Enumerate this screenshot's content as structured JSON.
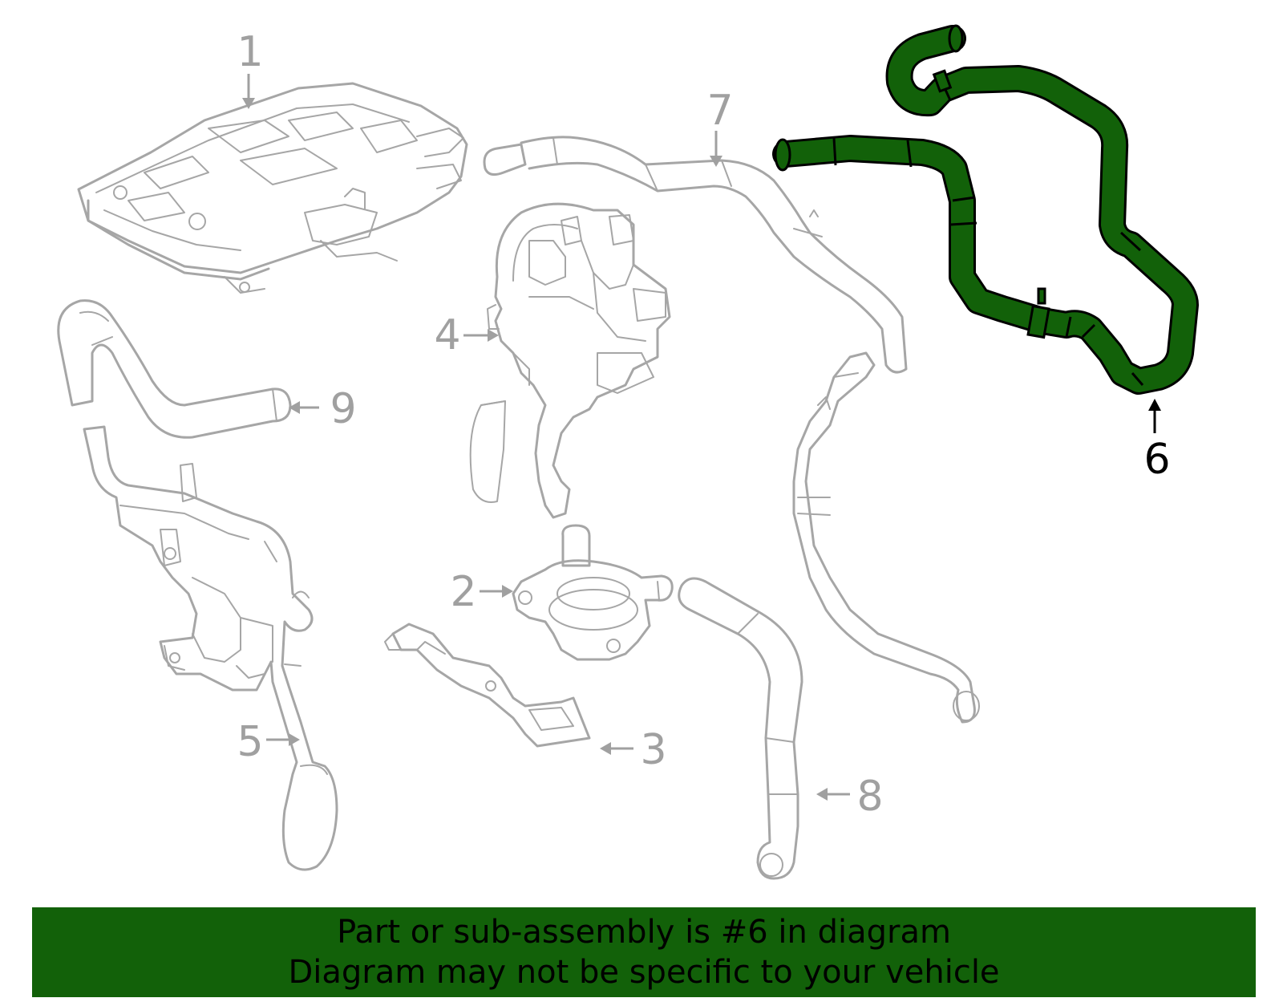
{
  "diagram": {
    "highlight_color": "#126109",
    "line_color": "#a6a6a6",
    "callouts": [
      {
        "label": "1",
        "highlighted": false
      },
      {
        "label": "2",
        "highlighted": false
      },
      {
        "label": "3",
        "highlighted": false
      },
      {
        "label": "4",
        "highlighted": false
      },
      {
        "label": "5",
        "highlighted": false
      },
      {
        "label": "6",
        "highlighted": true
      },
      {
        "label": "7",
        "highlighted": false
      },
      {
        "label": "8",
        "highlighted": false
      },
      {
        "label": "9",
        "highlighted": false
      }
    ]
  },
  "banner": {
    "line1": "Part or sub-assembly is #6 in diagram",
    "line2": "Diagram may not be specific to your vehicle",
    "background": "#126109"
  }
}
